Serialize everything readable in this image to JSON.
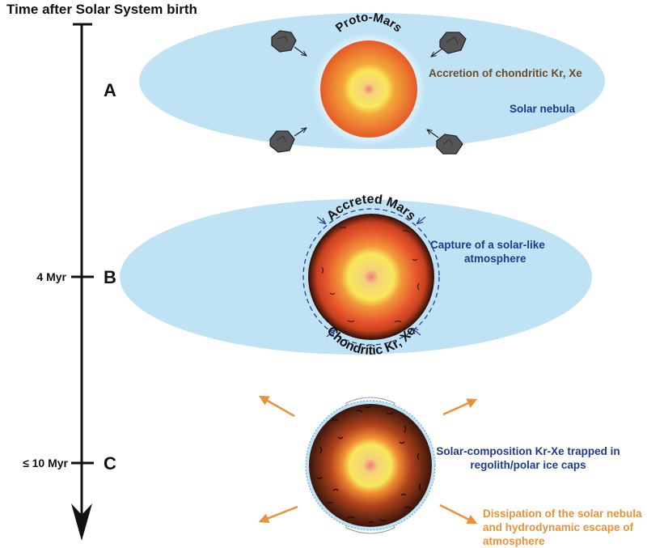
{
  "title": "Time after Solar System birth",
  "stages": [
    {
      "label": "A",
      "time": ""
    },
    {
      "label": "B",
      "time": "4 Myr"
    },
    {
      "label": "C",
      "time": "≤ 10 Myr"
    }
  ],
  "planets": {
    "a_label": "Proto-Mars",
    "b_label_top": "Accreted Mars",
    "b_label_bottom": "Chondritic Kr, Xe"
  },
  "annotations": {
    "a_accretion": "Accretion of chondritic Kr, Xe",
    "a_nebula": "Solar nebula",
    "b_capture_1": "Capture of a solar-like",
    "b_capture_2": "atmosphere",
    "c_trapped_1": "Solar-composition Kr-Xe trapped in",
    "c_trapped_2": "regolith/polar ice caps",
    "c_dissipation_1": "Dissipation of the solar nebula",
    "c_dissipation_2": "and hydrodynamic escape of",
    "c_dissipation_3": "atmosphere"
  },
  "colors": {
    "nebula": "#bfe3f5",
    "annotation_blue": "#1f3a8a",
    "annotation_brown": "#6b4a2a",
    "annotation_orange": "#e8923a",
    "escape_arrow": "#e8923a"
  },
  "icons": [
    "planetesimal-rock-icon",
    "arrow-icon"
  ]
}
